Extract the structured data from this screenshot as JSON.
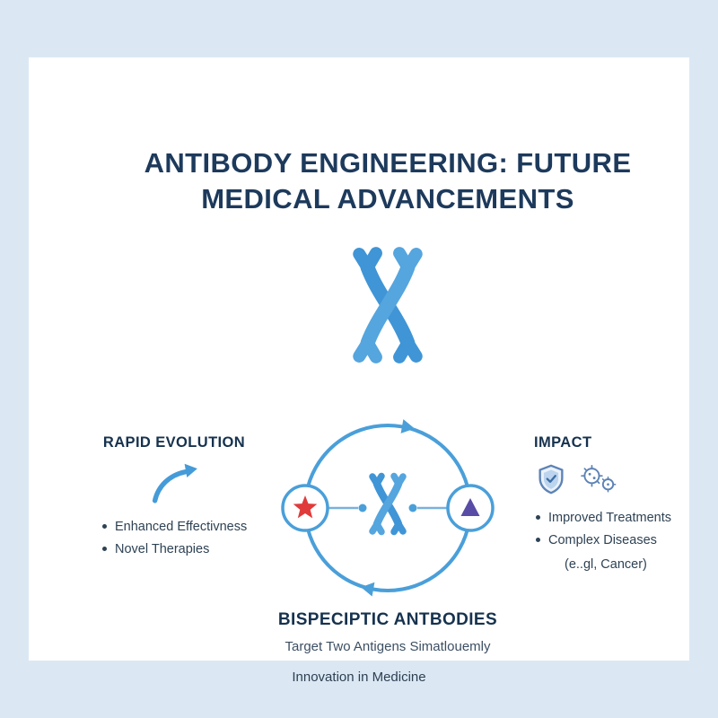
{
  "header": {
    "title_line1": "ANTIBODY ENGINEERING: FUTURE",
    "title_line2": "MEDICAL ADVANCEMENTS"
  },
  "sections": {
    "rapid_evolution": {
      "heading": "RAPID EVOLUTION",
      "bullets": [
        "Enhanced Effectivness",
        "Novel Therapies"
      ]
    },
    "impact": {
      "heading": "IMPACT",
      "bullets": [
        "Improved Treatments",
        "Complex Diseases"
      ],
      "note": "(e..gl, Cancer)"
    },
    "bispecific": {
      "heading": "BISPECIPTIC ANTBODIES",
      "subheading": "Target Two Antigens Simatlouemly"
    }
  },
  "footer": {
    "caption": "Innovation in Medicine"
  },
  "icons": {
    "center": "antibody-icon",
    "rapid_evolution": "growth-arrow-icon",
    "impact": [
      "shield-icon",
      "pathogen-cells-icon"
    ],
    "cycle_diagram": [
      "cycle-arrows-icon",
      "star-marker-icon",
      "triangle-marker-icon",
      "antibody-icon"
    ]
  },
  "colors": {
    "background": "#dbe8f4",
    "card": "#ffffff",
    "heading_navy": "#1d3a5c",
    "body_text": "#2e4254",
    "accent_blue": "#459bd8",
    "star_red": "#e03a3a",
    "triangle_purple": "#584ca6"
  }
}
